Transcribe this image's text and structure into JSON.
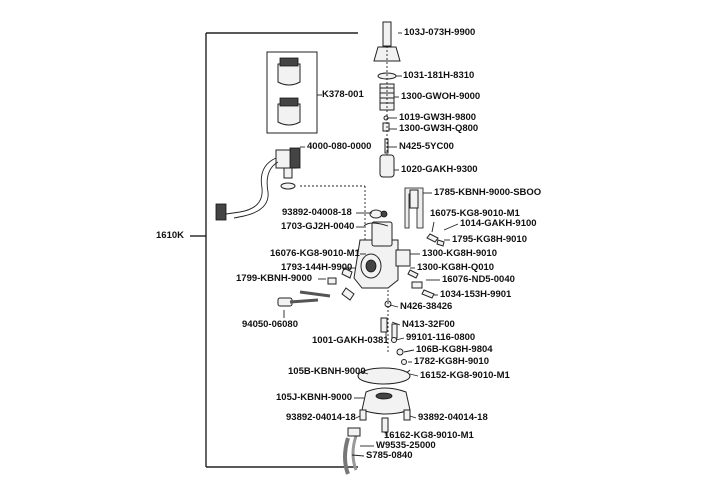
{
  "diagram": {
    "assembly_label": "1610K",
    "group_label": "K378-001",
    "labels": {
      "p01": "103J-073H-9900",
      "p02": "1031-181H-8310",
      "p03": "1300-GWOH-9000",
      "p04": "1019-GW3H-9800",
      "p05": "1300-GW3H-Q800",
      "p06": "N425-5YC00",
      "p07": "4000-080-0000",
      "p08": "1020-GAKH-9300",
      "p09": "1785-KBNH-9000-SBOO",
      "p10": "93892-04008-18",
      "p11": "16075-KG8-9010-M1",
      "p12": "1703-GJ2H-0040",
      "p13": "1014-GAKH-9100",
      "p14": "1795-KG8H-9010",
      "p15": "16076-KG8-9010-M1",
      "p16": "1300-KG8H-9010",
      "p17": "1793-144H-9900",
      "p18": "1300-KG8H-Q010",
      "p19": "1799-KBNH-9000",
      "p20": "16076-ND5-0040",
      "p21": "1034-153H-9901",
      "p22": "N426-38426",
      "p23": "94050-06080",
      "p24": "N413-32F00",
      "p25": "1001-GAKH-0381",
      "p26": "99101-116-0800",
      "p27": "106B-KG8H-9804",
      "p28": "1782-KG8H-9010",
      "p29": "105B-KBNH-9000",
      "p30": "16152-KG8-9010-M1",
      "p31": "105J-KBNH-9000",
      "p32": "93892-04014-18",
      "p33": "93892-04014-18",
      "p34": "16162-KG8-9010-M1",
      "p35": "W9535-25000",
      "p36": "S785-0840"
    }
  }
}
